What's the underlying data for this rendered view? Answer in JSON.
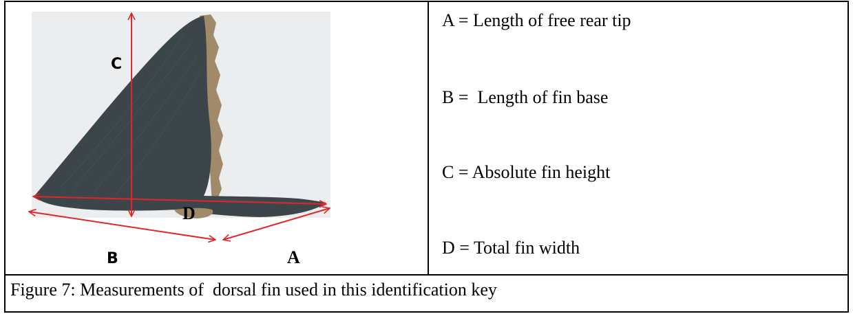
{
  "figure": {
    "labels": {
      "a": "A",
      "b": "B",
      "c": "C",
      "d": "D"
    },
    "colors": {
      "fin": "#3c4549",
      "photo_background": "#ecedee",
      "arrows": "#e0262b"
    }
  },
  "legend": {
    "items": [
      {
        "text": "A = Length of free rear tip"
      },
      {
        "text": "B =  Length of fin base"
      },
      {
        "text": "C = Absolute fin height"
      },
      {
        "text": "D = Total fin width"
      }
    ]
  },
  "caption": {
    "text": "Figure 7: Measurements of  dorsal fin used in this identification key"
  }
}
